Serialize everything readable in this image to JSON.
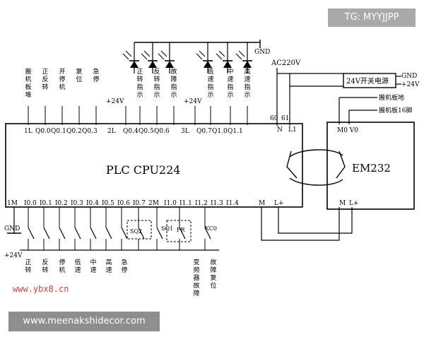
{
  "watermarks": {
    "top_right": "TG: MYYJJPP",
    "bottom_left": "www.meenakshidecor.com",
    "site": "www.ybx8.cn"
  },
  "plc": {
    "title": "PLC   CPU224",
    "outputs": [
      "1L",
      "Q0.0",
      "Q0.1",
      "Q0.2",
      "Q0.3",
      "2L",
      "Q0.4",
      "Q0.5",
      "Q0.6",
      "3L",
      "Q0.7",
      "Q1.0",
      "Q1.1"
    ],
    "inputs": [
      "1M",
      "I0.0",
      "I0.1",
      "I0.2",
      "I0.3",
      "I0.4",
      "I0.5",
      "I0.6",
      "I0.7",
      "2M",
      "I1.0",
      "I1.1",
      "I1.2",
      "I1.3",
      "I1.4"
    ],
    "power_terms": [
      "60",
      "61",
      "N",
      "L1"
    ],
    "power_bottom": [
      "M",
      "L+"
    ]
  },
  "em": {
    "title": "EM232",
    "terms_top": "M0 V0",
    "terms_bottom": [
      "M",
      "L+"
    ]
  },
  "top_labels": [
    "搬机板堆",
    "正反转",
    "开停机",
    "复位",
    "急停",
    "+24V",
    "正转指示",
    "反转指示",
    "故障指示",
    "+24V",
    "低速指示",
    "中速指示",
    "高速指示"
  ],
  "bottom_labels": [
    "正转",
    "反转",
    "停机",
    "低速",
    "中速",
    "高速",
    "急停",
    "变频器故障",
    "故障复位"
  ],
  "gnd": "GND",
  "ac220": "AC220V",
  "psu": {
    "label": "24V开关电源",
    "gnd": "GND",
    "plus24": "+24V"
  },
  "em_notes": [
    "搬机板地",
    "搬机板16脚"
  ],
  "bottom_gnd": "GND",
  "bottom_24v": "+24V",
  "switch_tags": [
    "SQ2",
    "SQ1",
    "FR",
    "KC0"
  ]
}
